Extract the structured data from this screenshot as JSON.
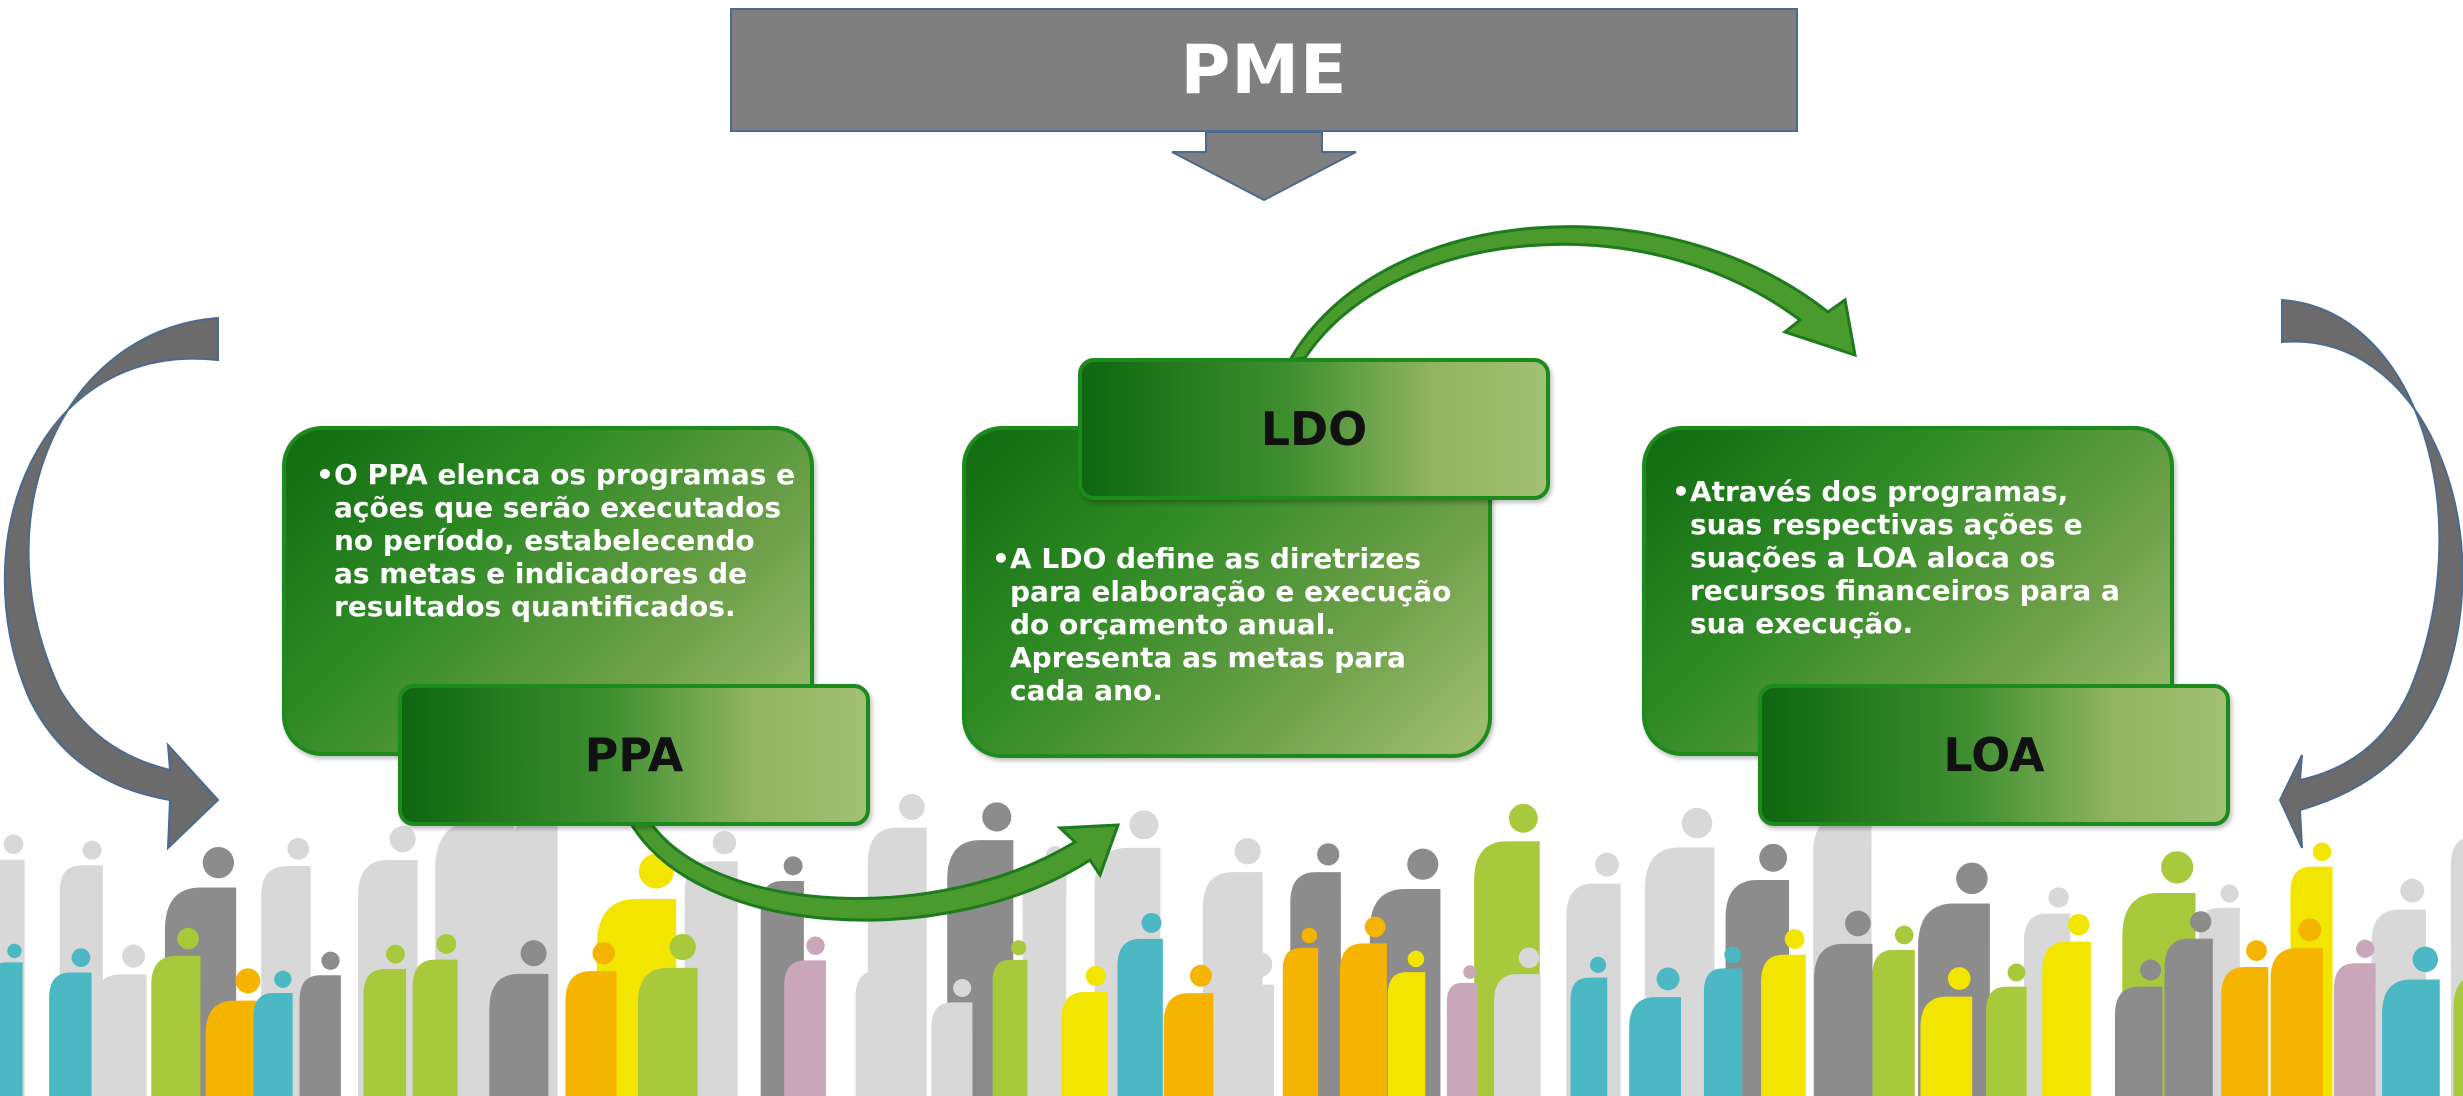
{
  "title": "PME",
  "ppa": {
    "label": "PPA",
    "text": "O PPA elenca os programas e ações que serão executados no período, estabelecendo as metas e indicadores de resultados quantificados."
  },
  "ldo": {
    "label": "LDO",
    "text": "A LDO define as diretrizes para elaboração e execução do orçamento anual. Apresenta as metas para cada ano."
  },
  "loa": {
    "label": "LOA",
    "text": "Através dos programas, suas respectivas ações e suações a  LOA aloca os recursos financeiros para a sua execução."
  },
  "colors": {
    "title_bg": "#7f7f7f",
    "card_dark": "#0f6a10",
    "card_light": "#a3c074",
    "arrow_gray": "#6b6b6b",
    "people": [
      "#4cb8c4",
      "#f2e500",
      "#f5b400",
      "#c9a7b8",
      "#8c8c8c",
      "#d8d8d8",
      "#a9c93c"
    ]
  }
}
